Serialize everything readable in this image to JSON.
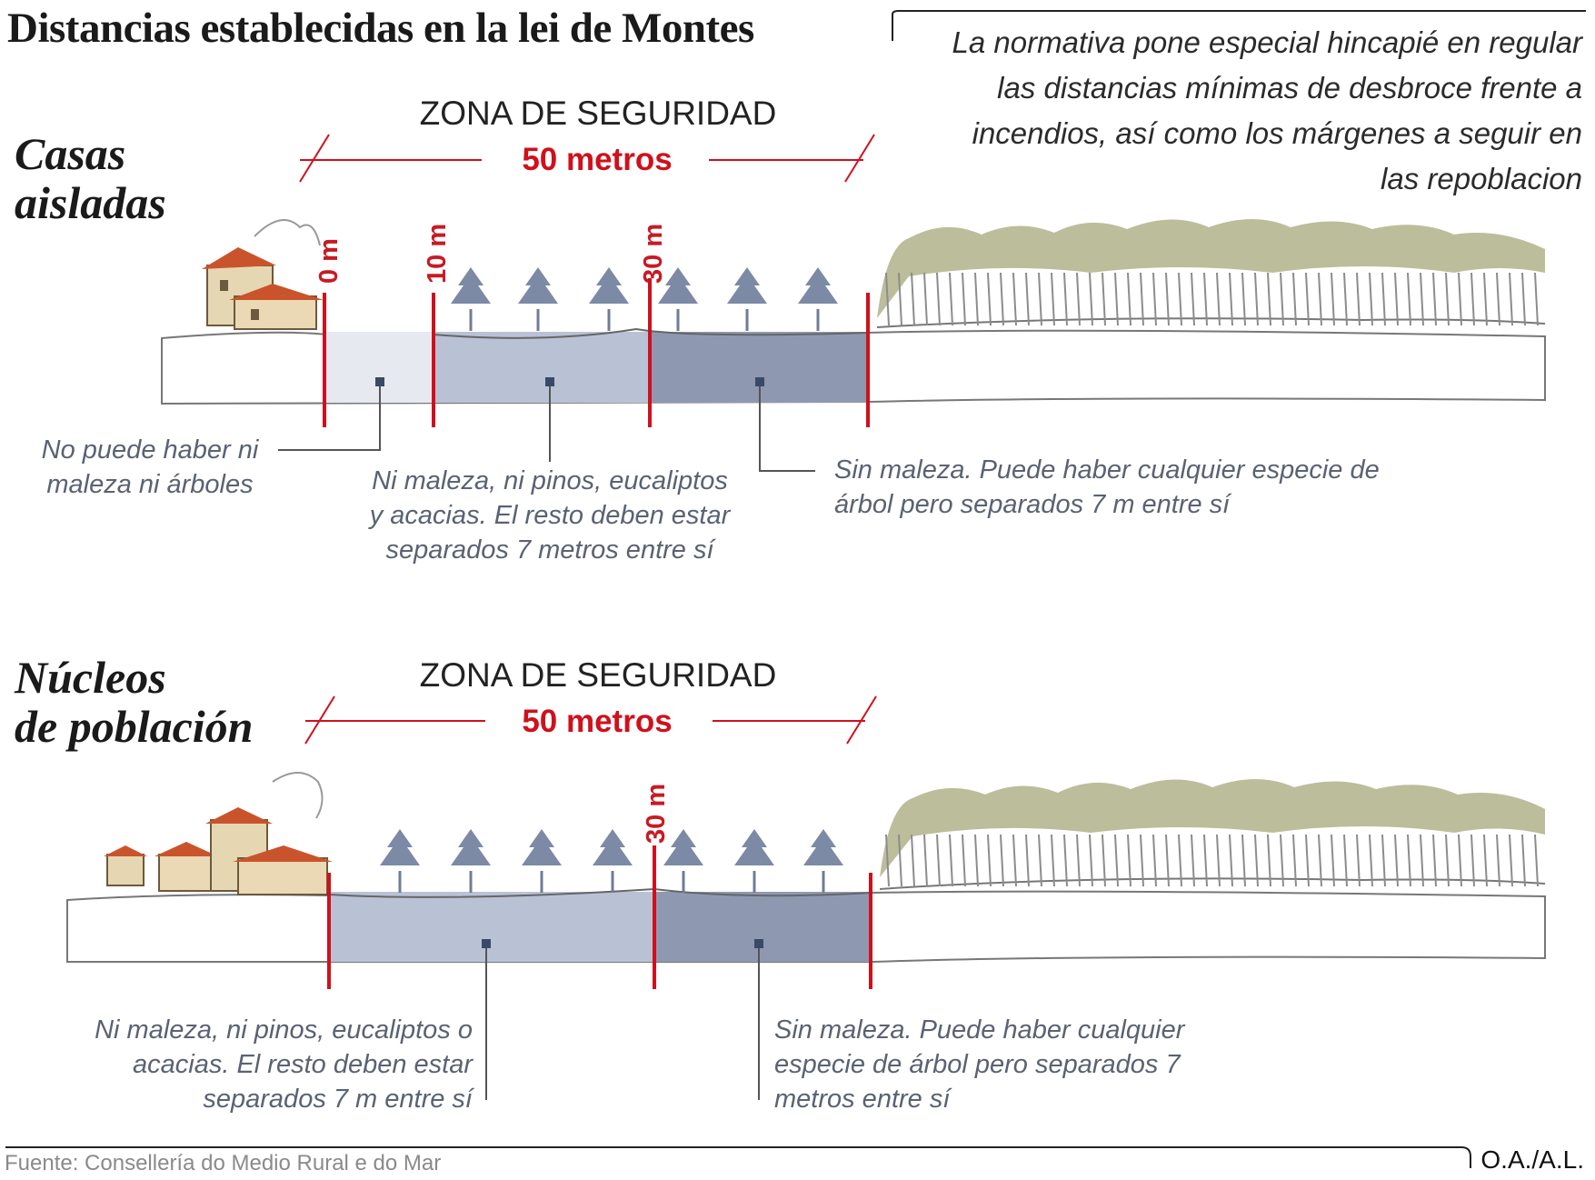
{
  "header": {
    "title": "Distancias establecidas en la lei de Montes",
    "intro": "La normativa pone especial hincapié en regular las distancias mínimas de desbroce frente a incendios, así como los márgenes a seguir en las repoblacion"
  },
  "sections": [
    {
      "title_line1": "Casas",
      "title_line2": "aisladas",
      "zona_label": "ZONA DE SEGURIDAD",
      "distance_label": "50 metros",
      "marks": [
        "0 m",
        "10 m",
        "30 m"
      ],
      "notes": [
        "No puede haber ni maleza ni árboles",
        "Ni maleza, ni pinos, eucaliptos y acacias. El resto deben estar separados 7 metros entre sí",
        "Sin maleza. Puede haber cualquier especie de árbol pero separados 7 m entre sí"
      ]
    },
    {
      "title_line1": "Núcleos",
      "title_line2": "de población",
      "zona_label": "ZONA DE SEGURIDAD",
      "distance_label": "50 metros",
      "marks": [
        "30 m"
      ],
      "notes": [
        "Ni maleza, ni pinos, eucaliptos o acacias. El resto deben estar separados 7 m entre sí",
        "Sin maleza. Puede haber cualquier especie de árbol pero separados 7 metros entre sí"
      ]
    }
  ],
  "footer": {
    "source": "Fuente: Consellería do Medio Rural e do Mar",
    "credit": "O.A./A.L."
  },
  "colors": {
    "accent_red": "#d0101c",
    "zone_light": "#e6e9f0",
    "zone_mid": "#b9c2d5",
    "zone_dark": "#8e99b1",
    "tree_blue": "#7c8aa5",
    "forest_olive": "#a6a77a"
  }
}
